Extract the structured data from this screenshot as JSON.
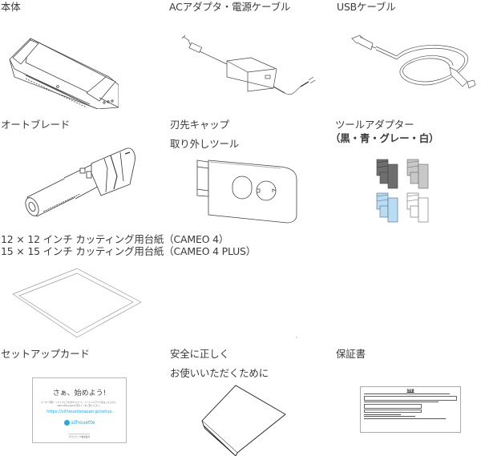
{
  "items": [
    {
      "id": "main-unit",
      "label": "本体"
    },
    {
      "id": "ac-adapter",
      "label": "ACアダプタ・電源ケーブル"
    },
    {
      "id": "usb-cable",
      "label": "USBケーブル"
    },
    {
      "id": "auto-blade",
      "label": "オートブレード"
    },
    {
      "id": "blade-cap-tool",
      "label_lines": [
        "刃先キャップ",
        "取り外しツール"
      ]
    },
    {
      "id": "tool-adapter",
      "label_lines": [
        "ツールアダプター",
        "（黒・青・グレー・白）"
      ],
      "colors": [
        "#6e6e6e",
        "#c8c8c8",
        "#b9dcf2",
        "#ffffff"
      ]
    },
    {
      "id": "cutting-mat",
      "label_lines": [
        "12 × 12 インチ カッティング用台紙（CAMEO 4）",
        "15 × 15 インチ カッティング用台紙（CAMEO 4 PLUS）"
      ]
    },
    {
      "id": "setup-card",
      "label": "セットアップカード"
    },
    {
      "id": "safety-guide",
      "label_lines": [
        "安全に正しく",
        "お使いいただくために"
      ]
    },
    {
      "id": "warranty",
      "label": "保証書"
    }
  ],
  "setup_card": {
    "title": "さぁ、始めよう!",
    "description": "ユーザー登録・ソフトウェアのダウンロード、ソーシャルアプリ等はこちらから。Silhouette Japan公式サイトをご覧ください。",
    "url": "https://silhouettejapan.jp/setup",
    "logo_text": "silhouette",
    "company": "グラフテック株式会社",
    "accent_color": "#2aa8dc"
  },
  "warranty_doc": {
    "title": "保証書"
  }
}
